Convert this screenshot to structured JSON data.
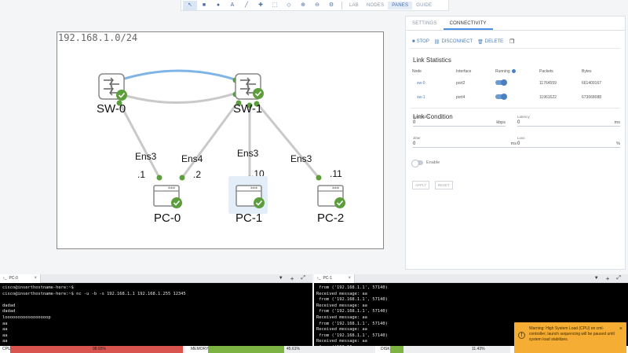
{
  "toolbar": {
    "tools": [
      {
        "name": "pointer-tool",
        "glyph": "↖",
        "active": true
      },
      {
        "name": "rectangle-tool",
        "glyph": "■"
      },
      {
        "name": "ellipse-tool",
        "glyph": "●"
      },
      {
        "name": "text-tool",
        "glyph": "A"
      },
      {
        "name": "line-tool",
        "glyph": "╱"
      },
      {
        "name": "add-node-tool",
        "glyph": "✚"
      },
      {
        "name": "select-tool",
        "glyph": "⬚"
      },
      {
        "name": "fit-tool",
        "glyph": "◇"
      },
      {
        "name": "zoom-in-tool",
        "glyph": "⊕"
      },
      {
        "name": "zoom-out-tool",
        "glyph": "⊖"
      },
      {
        "name": "settings-tool",
        "glyph": "⚙"
      }
    ],
    "menus": [
      "LAB",
      "NODES",
      "PANES",
      "GUIDE"
    ],
    "active_menu": "PANES"
  },
  "canvas": {
    "network_label": "192.168.1.0/24",
    "nodes": {
      "sw0": "SW-0",
      "sw1": "SW-1",
      "pc0": "PC-0",
      "pc1": "PC-1",
      "pc2": "PC-2"
    },
    "interfaces": {
      "pc0": "Ens3",
      "pc1_sw0": "Ens4",
      "pc1": "Ens3",
      "pc2": "Ens3"
    },
    "host_ids": {
      "pc0": ".1",
      "pc1_sw0": ".2",
      "pc1": ".10",
      "pc2": ".11"
    }
  },
  "panel": {
    "tabs": [
      "SETTINGS",
      "CONNECTIVITY"
    ],
    "active_tab": "CONNECTIVITY",
    "actions": {
      "stop": "STOP",
      "disconnect": "DISCONNECT",
      "delete": "DELETE"
    },
    "link_stats": {
      "title": "Link Statistics",
      "headers": [
        "Node",
        "Interface",
        "Running",
        "Packets",
        "Bytes"
      ],
      "rows": [
        {
          "node": "sw-0",
          "interface": "port2",
          "packets": "11764559",
          "bytes": "661409167"
        },
        {
          "node": "sw-1",
          "interface": "port4",
          "packets": "11961622",
          "bytes": "673668088"
        }
      ]
    },
    "link_condition": {
      "title": "Link Condition",
      "bandwidth": {
        "label": "Bandwidth",
        "value": "0",
        "unit": "kbps"
      },
      "latency": {
        "label": "Latency",
        "value": "0",
        "unit": "ms"
      },
      "jitter": {
        "label": "Jitter",
        "value": "0",
        "unit": "ms"
      },
      "loss": {
        "label": "Loss",
        "value": "0",
        "unit": "%"
      },
      "enable_label": "Enable",
      "apply": "APPLY",
      "reset": "RESET"
    }
  },
  "terminals": {
    "left": {
      "tab": "PC-0",
      "lines": [
        "cisco@inserthostname-here:~$",
        "cisco@inserthostname-here:~$ nc -u -b -s 192.168.1.1 192.168.1.255 12345",
        "",
        "dadad",
        "dadad",
        "looooooooooooooooop",
        "aa",
        "aa",
        "aa",
        "aa"
      ]
    },
    "right": {
      "tab": "PC-1",
      "lines": [
        " from ('192.168.1.1', 57140)",
        "Received message: aa",
        " from ('192.168.1.1', 57140)",
        "Received message: aa",
        " from ('192.168.1.1', 57140)",
        "Received message: aa",
        " from ('192.168.1.1', 57140)",
        "Received message: aa",
        " from ('192.168.1.1', 57140)",
        "Received message: aa",
        " from ('192.16"
      ]
    }
  },
  "status": {
    "cpu": {
      "label": "CPU",
      "value": "98.65%",
      "fraction": 0.9865,
      "color": "#d9534f"
    },
    "memory": {
      "label": "MEMORY",
      "value": "45.61%",
      "fraction": 0.4561,
      "color": "#7cb342"
    },
    "disk": {
      "label": "DISK",
      "value": "11.43%",
      "fraction": 0.1143,
      "color": "#7cb342"
    }
  },
  "toast": {
    "message": "Warning: High System Load (CPU) on cml-controller; launch sequencing will be paused until system load stabilizes."
  },
  "colors": {
    "link_active": "#7fb5e6",
    "link": "#c9c9c9",
    "node_dot": "#5b9e3b",
    "accent": "#4a7fc1"
  }
}
